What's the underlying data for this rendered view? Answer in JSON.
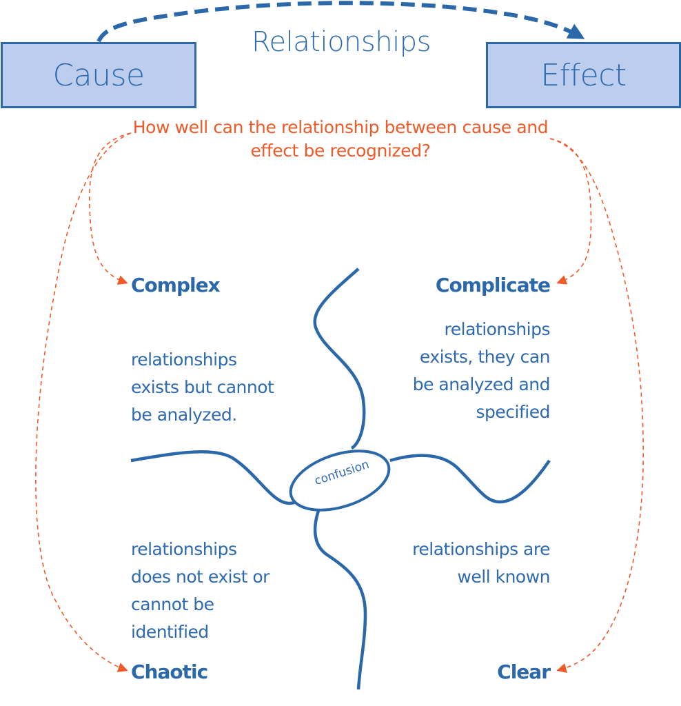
{
  "diagram": {
    "title": "Relationships",
    "nodes": {
      "cause": "Cause",
      "effect": "Effect"
    },
    "question": "How well can the relationship between cause and effect be recognized?",
    "center_label": "confusion",
    "quadrants": {
      "complex": {
        "title": "Complex",
        "body": "relationships\nexists but cannot\nbe analyzed."
      },
      "complicate": {
        "title": "Complicate",
        "body": "relationships\nexists, they can\nbe analyzed and\nspecified"
      },
      "chaotic": {
        "title": "Chaotic",
        "body": "relationships\ndoes not exist or\ncannot be\nidentified"
      },
      "clear": {
        "title": "Clear",
        "body": "relationships are\nwell known"
      }
    },
    "edges": [
      {
        "from": "Cause",
        "to": "Effect",
        "style": "dashed-thick"
      },
      {
        "from": "question",
        "to": "Complex",
        "style": "dashed-thin"
      },
      {
        "from": "question",
        "to": "Chaotic",
        "style": "dashed-thin"
      },
      {
        "from": "question",
        "to": "Complicate",
        "style": "dashed-thin"
      },
      {
        "from": "question",
        "to": "Clear",
        "style": "dashed-thin"
      }
    ],
    "colors": {
      "primary_blue": "#2a68aa",
      "box_fill": "#bdcdee",
      "accent_orange": "#f05a28"
    }
  }
}
